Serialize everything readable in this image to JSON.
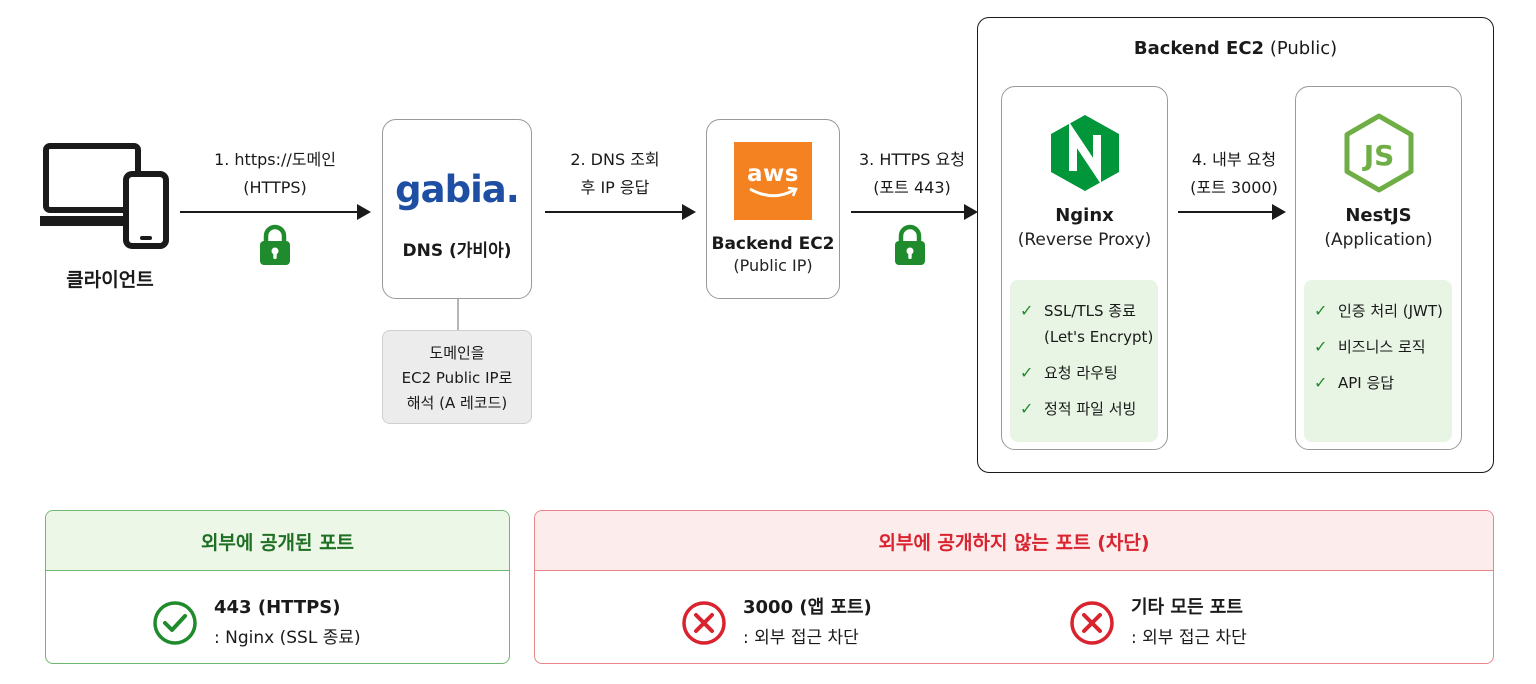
{
  "client": {
    "label": "클라이언트",
    "icon": "laptop-phone-icon"
  },
  "steps": [
    {
      "line1": "1. https://도메인",
      "line2": "(HTTPS)"
    },
    {
      "line1": "2. DNS 조회",
      "line2": "후 IP 응답"
    },
    {
      "line1": "3. HTTPS 요청",
      "line2": "(포트 443)"
    },
    {
      "line1": "4. 내부 요청",
      "line2": "(포트 3000)"
    }
  ],
  "dns": {
    "logo": "gabia.",
    "label": "DNS (가비아)",
    "note": [
      "도메인을",
      "EC2 Public IP로",
      "해석 (A 레코드)"
    ]
  },
  "ec2_ip": {
    "logo": "aws",
    "title": "Backend EC2",
    "subtitle": "(Public IP)"
  },
  "ec2_group": {
    "title": "Backend EC2",
    "subtitle": "(Public)"
  },
  "nginx": {
    "logo": "N",
    "title": "Nginx",
    "subtitle": "(Reverse Proxy)",
    "features": [
      {
        "line1": "SSL/TLS 종료",
        "line2": "(Let's Encrypt)"
      },
      {
        "line1": "요청 라우팅",
        "line2": ""
      },
      {
        "line1": "정적 파일 서빙",
        "line2": ""
      }
    ]
  },
  "nestjs": {
    "logo": "JS",
    "title": "NestJS",
    "subtitle": "(Application)",
    "features": [
      {
        "line1": "인증 처리 (JWT)"
      },
      {
        "line1": "비즈니스 로직"
      },
      {
        "line1": "API 응답"
      }
    ]
  },
  "exposed_panel": {
    "title": "외부에 공개된 포트",
    "items": [
      {
        "main": "443 (HTTPS)",
        "sub": ": Nginx (SSL 종료)"
      }
    ]
  },
  "blocked_panel": {
    "title": "외부에 공개하지 않는 포트 (차단)",
    "items": [
      {
        "main": "3000 (앱 포트)",
        "sub": ": 외부 접근 차단"
      },
      {
        "main": "기타 모든 포트",
        "sub": ": 외부 접근 차단"
      }
    ]
  },
  "colors": {
    "green": "#1f8b2c",
    "red": "#d9232e",
    "aws_orange": "#f58220",
    "gabia_blue": "#1e4fa3",
    "nginx_green": "#009639",
    "node_green": "#6fae44"
  }
}
